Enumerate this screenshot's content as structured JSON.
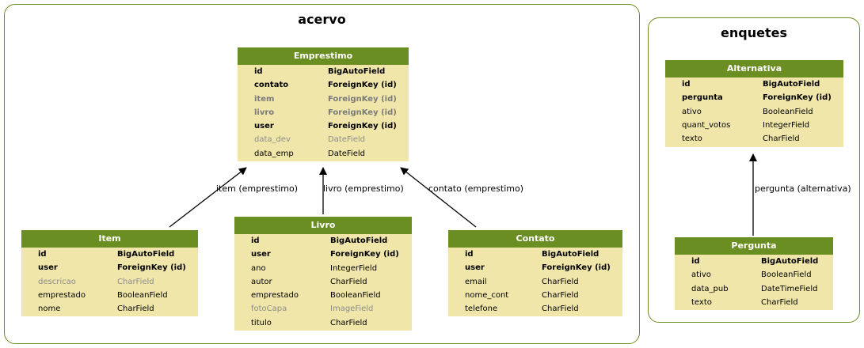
{
  "clusters": [
    {
      "title": "acervo"
    },
    {
      "title": "enquetes"
    }
  ],
  "models": [
    {
      "name": "Emprestimo",
      "fields": [
        {
          "name": "id",
          "type": "BigAutoField",
          "style": "bold"
        },
        {
          "name": "contato",
          "type": "ForeignKey (id)",
          "style": "bold"
        },
        {
          "name": "item",
          "type": "ForeignKey (id)",
          "style": "muted-bold"
        },
        {
          "name": "livro",
          "type": "ForeignKey (id)",
          "style": "muted-bold"
        },
        {
          "name": "user",
          "type": "ForeignKey (id)",
          "style": "bold"
        },
        {
          "name": "data_dev",
          "type": "DateField",
          "style": "muted"
        },
        {
          "name": "data_emp",
          "type": "DateField",
          "style": "normal"
        }
      ]
    },
    {
      "name": "Item",
      "fields": [
        {
          "name": "id",
          "type": "BigAutoField",
          "style": "bold"
        },
        {
          "name": "user",
          "type": "ForeignKey (id)",
          "style": "bold"
        },
        {
          "name": "descricao",
          "type": "CharField",
          "style": "muted"
        },
        {
          "name": "emprestado",
          "type": "BooleanField",
          "style": "normal"
        },
        {
          "name": "nome",
          "type": "CharField",
          "style": "normal"
        }
      ]
    },
    {
      "name": "Livro",
      "fields": [
        {
          "name": "id",
          "type": "BigAutoField",
          "style": "bold"
        },
        {
          "name": "user",
          "type": "ForeignKey (id)",
          "style": "bold"
        },
        {
          "name": "ano",
          "type": "IntegerField",
          "style": "normal"
        },
        {
          "name": "autor",
          "type": "CharField",
          "style": "normal"
        },
        {
          "name": "emprestado",
          "type": "BooleanField",
          "style": "normal"
        },
        {
          "name": "fotoCapa",
          "type": "ImageField",
          "style": "muted"
        },
        {
          "name": "titulo",
          "type": "CharField",
          "style": "normal"
        }
      ]
    },
    {
      "name": "Contato",
      "fields": [
        {
          "name": "id",
          "type": "BigAutoField",
          "style": "bold"
        },
        {
          "name": "user",
          "type": "ForeignKey (id)",
          "style": "bold"
        },
        {
          "name": "email",
          "type": "CharField",
          "style": "normal"
        },
        {
          "name": "nome_cont",
          "type": "CharField",
          "style": "normal"
        },
        {
          "name": "telefone",
          "type": "CharField",
          "style": "normal"
        }
      ]
    },
    {
      "name": "Alternativa",
      "fields": [
        {
          "name": "id",
          "type": "BigAutoField",
          "style": "bold"
        },
        {
          "name": "pergunta",
          "type": "ForeignKey (id)",
          "style": "bold"
        },
        {
          "name": "ativo",
          "type": "BooleanField",
          "style": "normal"
        },
        {
          "name": "quant_votos",
          "type": "IntegerField",
          "style": "normal"
        },
        {
          "name": "texto",
          "type": "CharField",
          "style": "normal"
        }
      ]
    },
    {
      "name": "Pergunta",
      "fields": [
        {
          "name": "id",
          "type": "BigAutoField",
          "style": "bold"
        },
        {
          "name": "ativo",
          "type": "BooleanField",
          "style": "normal"
        },
        {
          "name": "data_pub",
          "type": "DateTimeField",
          "style": "normal"
        },
        {
          "name": "texto",
          "type": "CharField",
          "style": "normal"
        }
      ]
    }
  ],
  "relations": [
    {
      "from": "Item",
      "to": "Emprestimo",
      "label": "item (emprestimo)"
    },
    {
      "from": "Livro",
      "to": "Emprestimo",
      "label": "livro (emprestimo)"
    },
    {
      "from": "Contato",
      "to": "Emprestimo",
      "label": "contato (emprestimo)"
    },
    {
      "from": "Pergunta",
      "to": "Alternativa",
      "label": "pergunta (alternativa)"
    }
  ],
  "colors": {
    "header": "#6b8e23",
    "body": "#f0e6aa",
    "border": "#6b8e23",
    "muted_text": "#8c8c8c"
  }
}
